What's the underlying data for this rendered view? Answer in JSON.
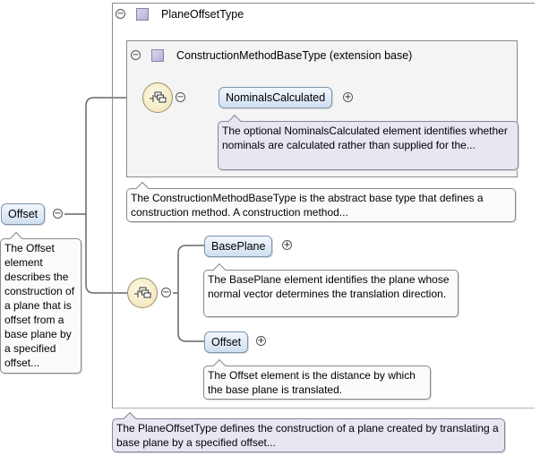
{
  "outer_type": {
    "name": "PlaneOffsetType"
  },
  "inner_type": {
    "name": "ConstructionMethodBaseType (extension base)"
  },
  "root_element": {
    "label": "Offset",
    "description": "The Offset element describes the construction of a plane that is offset from a base plane by a specified offset..."
  },
  "nominals_calculated": {
    "label": "NominalsCalculated",
    "description": "The optional NominalsCalculated element identifies whether nominals are calculated rather than supplied for the..."
  },
  "construction_method_note": "The ConstructionMethodBaseType is the abstract base type that defines a construction method. A construction method...",
  "base_plane": {
    "label": "BasePlane",
    "description": "The BasePlane element identifies the plane whose normal vector determines the translation direction."
  },
  "offset_child": {
    "label": "Offset",
    "description": "The Offset element is the distance by which the base plane is translated."
  },
  "plane_offset_note": "The PlaneOffsetType defines the construction of a plane created by translating a base plane by a specified offset...",
  "toggles": {
    "expanded": "−",
    "collapsed": "+"
  },
  "colors": {
    "element_fill": "#cfdff1",
    "type_icon": "#b9aed4",
    "sequence_fill": "#f4ecc6",
    "connector": "#666666"
  }
}
